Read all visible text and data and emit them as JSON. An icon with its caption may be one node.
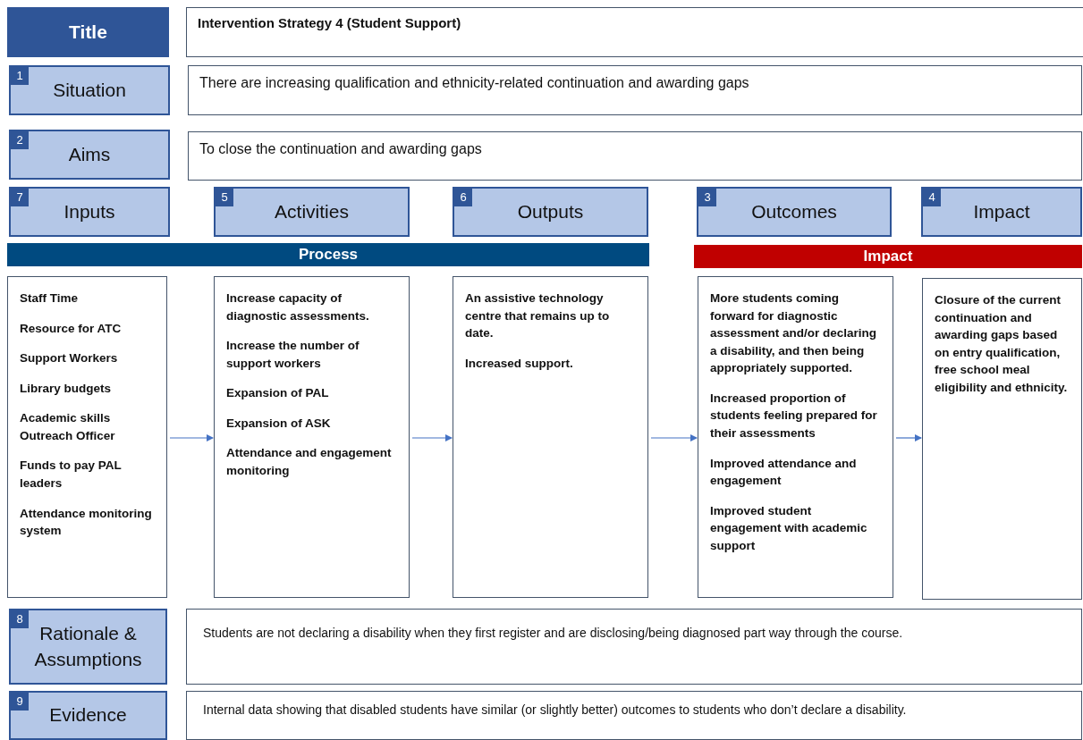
{
  "diagram": {
    "nodes": [
      {
        "text": [
          "Title"
        ]
      },
      {
        "text": [
          "Intervention Strategy 4 (Student Support)"
        ]
      },
      {
        "text": [
          "1",
          "Situation"
        ]
      },
      {
        "text": [
          "There are increasing qualification and ethnicity-related continuation and awarding gaps"
        ]
      },
      {
        "text": [
          "2",
          "Aims"
        ]
      },
      {
        "text": [
          "To close the continuation and awarding gaps"
        ]
      },
      {
        "text": [
          "7",
          "Inputs"
        ]
      },
      {
        "text": [
          "5",
          "Activities"
        ]
      },
      {
        "text": [
          "6",
          "Outputs"
        ]
      },
      {
        "text": [
          "3",
          "Outcomes"
        ]
      },
      {
        "text": [
          "4",
          "Impact"
        ]
      },
      {
        "text": [
          "Process"
        ]
      },
      {
        "text": [
          "Impact"
        ]
      },
      {
        "text": [
          "Staff Time",
          "Resource for ATC",
          "Support Workers",
          "Library budgets",
          "Academic skills Outreach Officer",
          "Funds to pay PAL leaders",
          "Attendance monitoring system"
        ]
      },
      {
        "text": [
          "Increase capacity of diagnostic assessments.",
          "Increase the number of support workers",
          "Expansion of PAL",
          "Expansion of ASK",
          "Attendance and engagement monitoring"
        ]
      },
      {
        "text": [
          "An assistive technology centre that remains up to date.",
          "Increased support."
        ]
      },
      {
        "text": [
          "More students coming forward for diagnostic assessment and/or declaring a disability, and then being appropriately supported.",
          "Increased proportion of students feeling prepared for their assessments",
          "Improved attendance and engagement",
          "Improved student engagement with academic support"
        ]
      },
      {
        "text": [
          "Closure of the current continuation and awarding gaps based on entry qualification, free school meal eligibility and ethnicity."
        ]
      },
      {
        "text": [
          "8",
          "Rationale & Assumptions"
        ]
      },
      {
        "text": [
          "Students are not declaring a disability when they first register and are disclosing/being diagnosed part way through the course."
        ]
      },
      {
        "text": [
          "9",
          "Evidence"
        ]
      },
      {
        "text": [
          "Internal data showing that disabled students have similar (or slightly better) outcomes to students who don’t declare a disability."
        ]
      }
    ],
    "edges": [
      {
        "from": 13,
        "to": 14,
        "arrow": "to"
      },
      {
        "from": 14,
        "to": 15,
        "arrow": "to"
      },
      {
        "from": 15,
        "to": 16,
        "arrow": "to"
      },
      {
        "from": 16,
        "to": 17,
        "arrow": "to"
      }
    ]
  }
}
